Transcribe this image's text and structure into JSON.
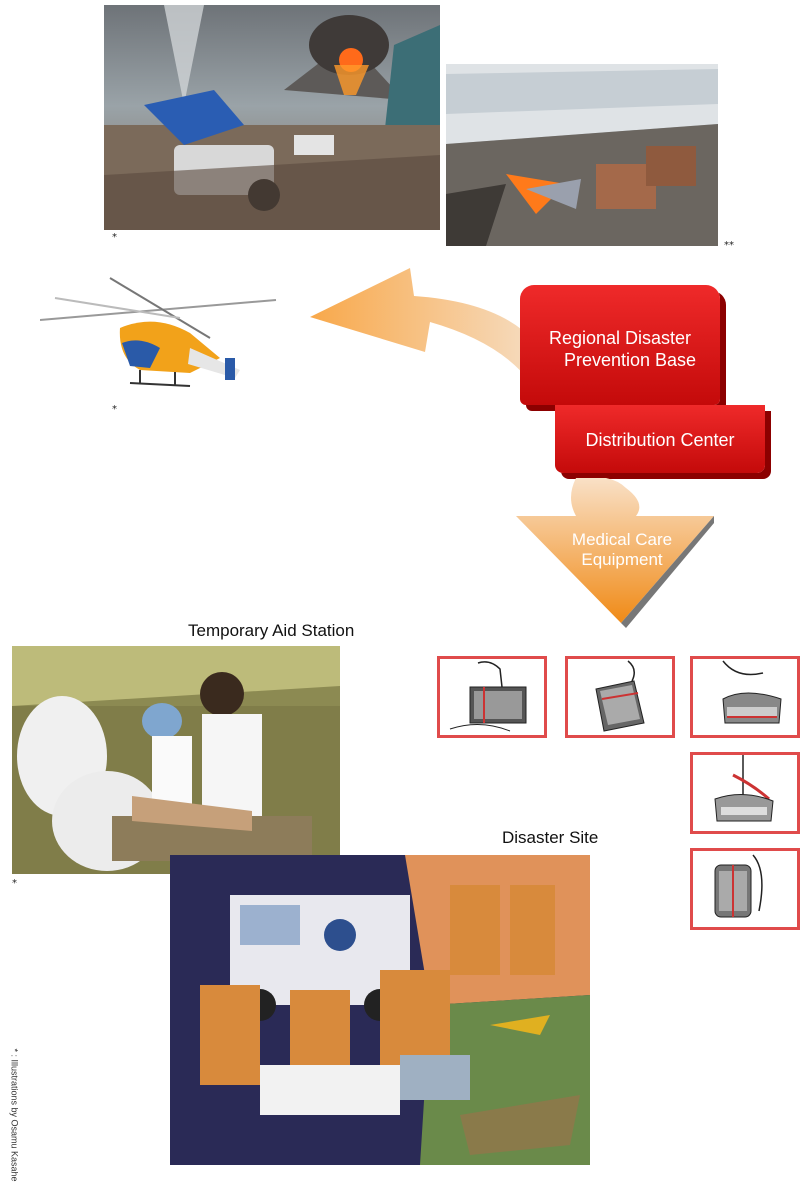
{
  "labels": {
    "regional_base_line1": "Regional Disaster",
    "regional_base_line2": "Prevention Base",
    "distribution_center": "Distribution Center",
    "medical_equipment_line1": "Medical Care",
    "medical_equipment_line2": "Equipment",
    "temporary_aid_station": "Temporary Aid Station",
    "disaster_site": "Disaster Site"
  },
  "marks": {
    "single": "*",
    "double": "**"
  },
  "credit": "* : Illustrations by Osamu Kasahe",
  "colors": {
    "red": "#d9141b",
    "orange": "#f28c1c",
    "thumb_border": "#e04b4b"
  },
  "icons": {
    "equipment": [
      "case-icon",
      "carry-case-icon",
      "duffel-bag-icon",
      "shoulder-bag-icon",
      "backpack-icon"
    ]
  }
}
